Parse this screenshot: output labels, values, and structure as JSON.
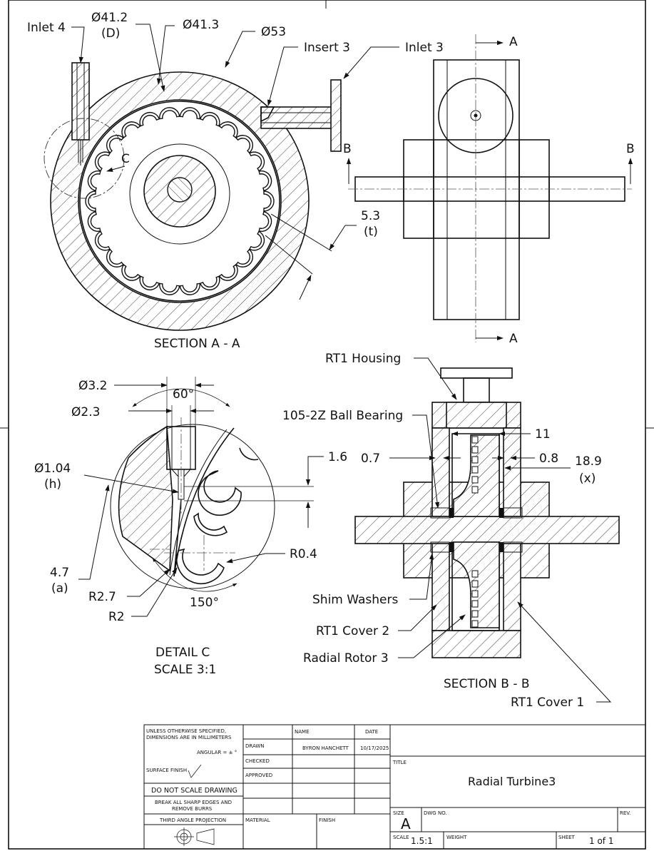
{
  "views": {
    "section_aa": {
      "title": "SECTION A - A",
      "callouts": {
        "inlet4": "Inlet 4",
        "d412": "Ø41.2",
        "d412_sym": "(D)",
        "d413": "Ø41.3",
        "d53": "Ø53",
        "insert3": "Insert 3",
        "inlet3": "Inlet 3",
        "thick": "5.3",
        "thick_sym": "(t)",
        "detail_marker": "C"
      }
    },
    "side_view": {
      "cut_a": "A",
      "cut_b": "B"
    },
    "detail_c": {
      "title": "DETAIL C",
      "scale": "SCALE 3:1",
      "callouts": {
        "d32": "Ø3.2",
        "d23": "Ø2.3",
        "angle60": "60°",
        "d104": "Ø1.04",
        "d104_sym": "(h)",
        "d16": "1.6",
        "r04": "R0.4",
        "d47": "4.7",
        "d47_sym": "(a)",
        "r27": "R2.7",
        "r2": "R2",
        "angle150": "150°"
      }
    },
    "section_bb": {
      "title": "SECTION B - B",
      "callouts": {
        "housing": "RT1 Housing",
        "bearing": "105-2Z Ball Bearing",
        "d11": "11",
        "d07": "0.7",
        "d08": "0.8",
        "d189": "18.9",
        "d189_sym": "(x)",
        "shim": "Shim Washers",
        "cover2": "RT1 Cover 2",
        "rotor": "Radial Rotor 3",
        "cover1": "RT1 Cover 1"
      }
    }
  },
  "title_block": {
    "spec_line1": "UNLESS OTHERWISE SPECIFIED,",
    "spec_line2": "DIMENSIONS ARE IN MILLIMETERS",
    "angular": "ANGULAR = ± °",
    "surface_finish": "SURFACE FINISH",
    "do_not_scale": "DO NOT SCALE DRAWING",
    "break_edges1": "BREAK ALL SHARP EDGES AND",
    "break_edges2": "REMOVE BURRS",
    "projection": "THIRD ANGLE PROJECTION",
    "col_name": "NAME",
    "col_date": "DATE",
    "row_drawn": "DRAWN",
    "row_checked": "CHECKED",
    "row_approved": "APPROVED",
    "drawn_name": "BYRON HANCHETT",
    "drawn_date": "10/17/2025",
    "material_label": "MATERIAL",
    "finish_label": "FINISH",
    "title_label": "TITLE",
    "title": "Radial Turbine3",
    "size_label": "SIZE",
    "size": "A",
    "dwg_label": "DWG NO.",
    "rev_label": "REV.",
    "scale_label": "SCALE",
    "scale": "1.5:1",
    "weight_label": "WEIGHT",
    "sheet_label": "SHEET",
    "sheet": "1 of 1"
  }
}
